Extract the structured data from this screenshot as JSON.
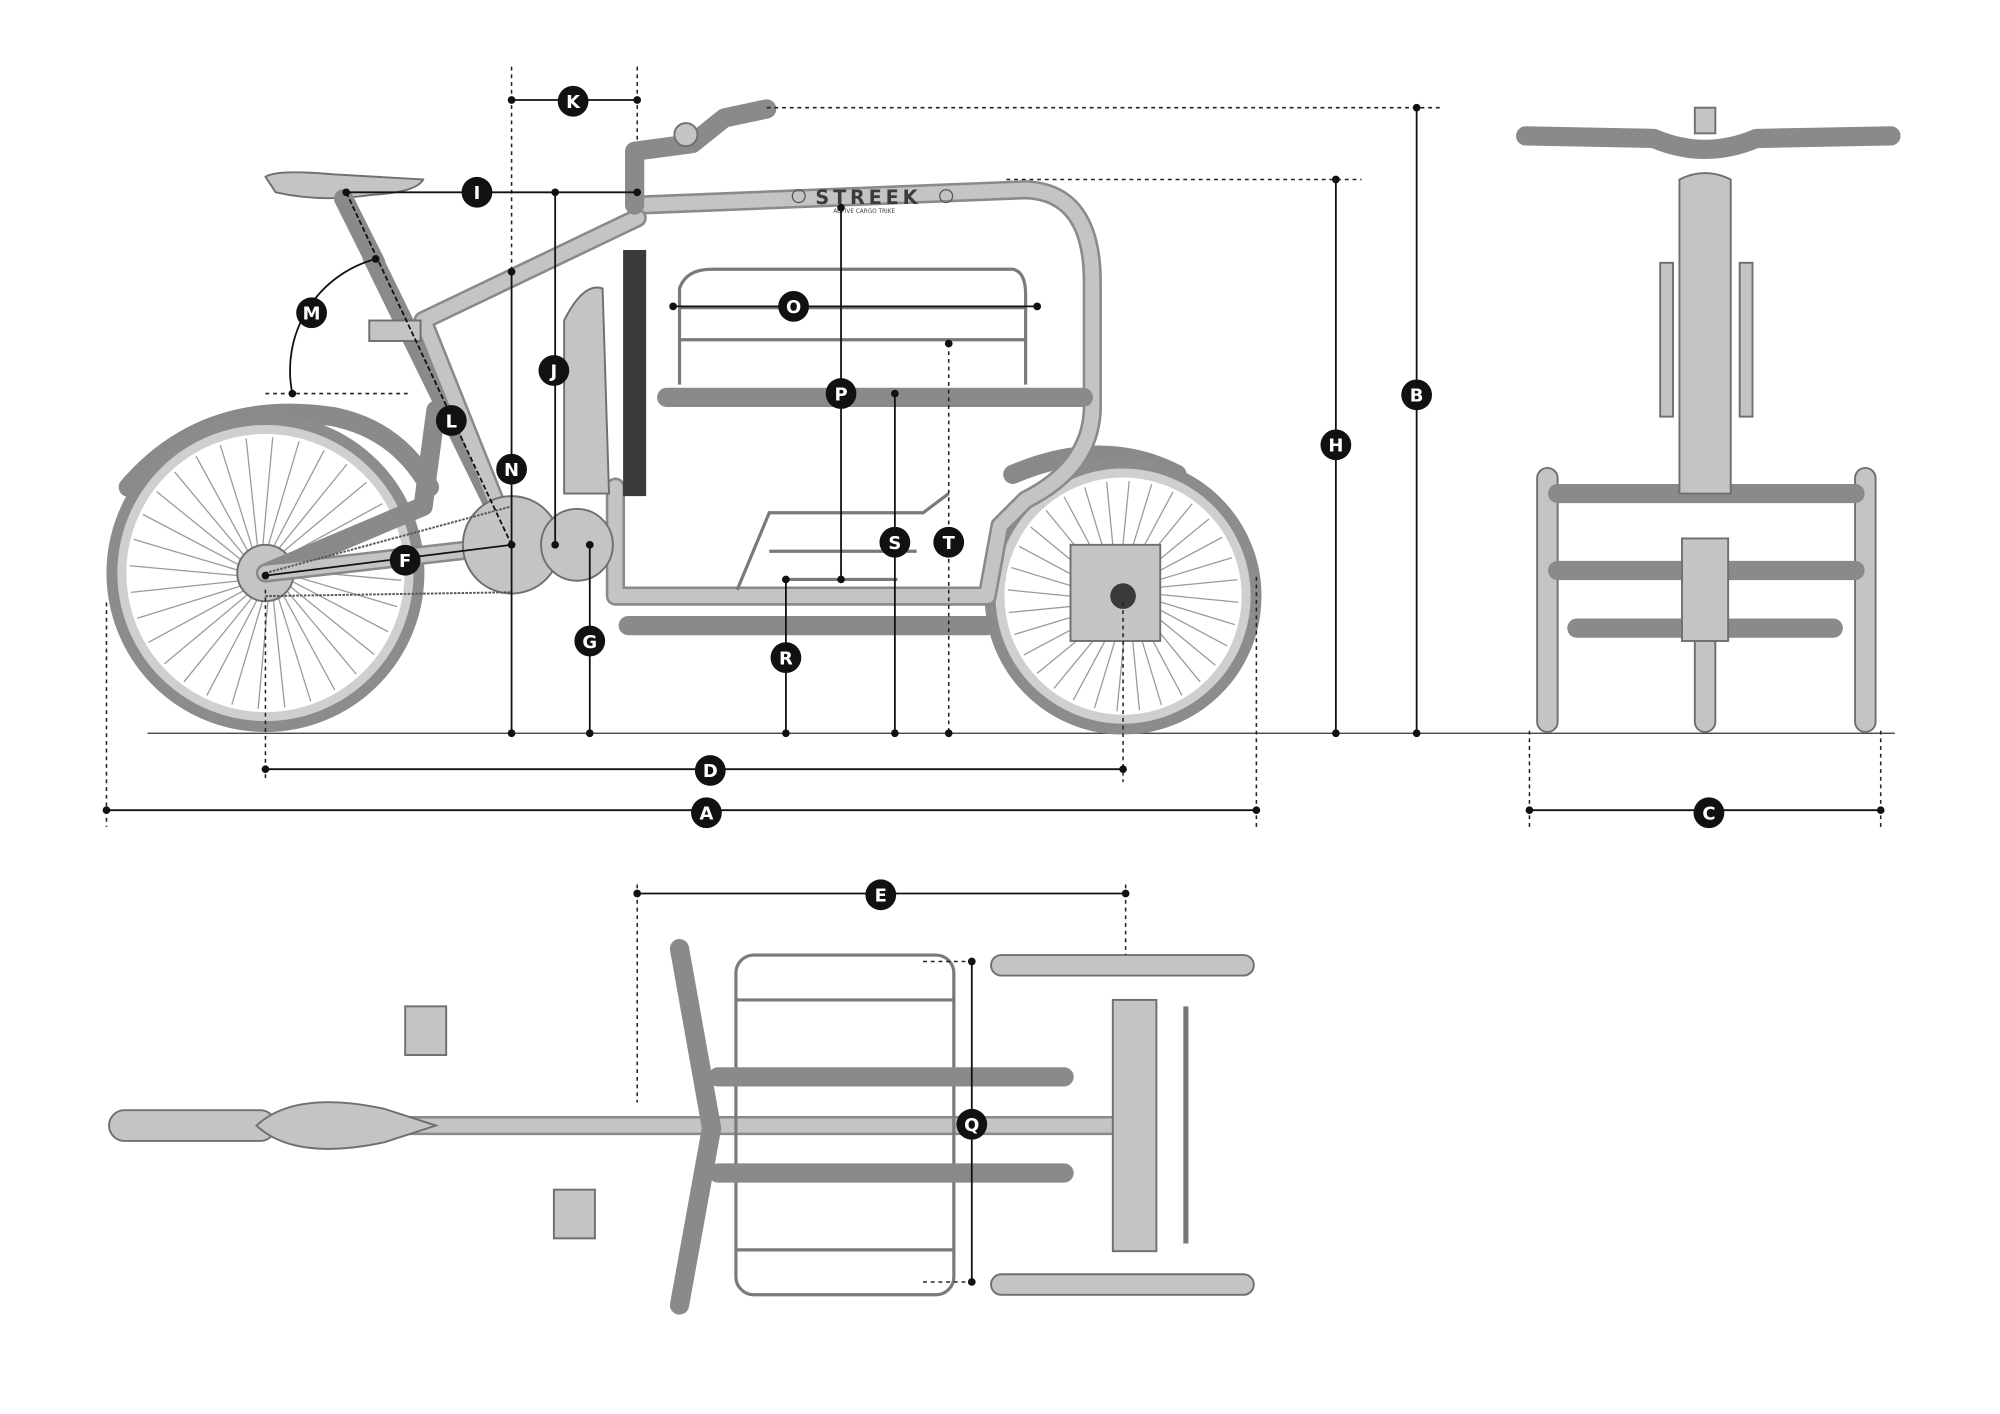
{
  "brand": {
    "name": "STREEK",
    "tagline": "ACTIVE CARGO TRIKE"
  },
  "dimension_labels": {
    "A": "A",
    "B": "B",
    "C": "C",
    "D": "D",
    "E": "E",
    "F": "F",
    "G": "G",
    "H": "H",
    "I": "I",
    "J": "J",
    "K": "K",
    "L": "L",
    "M": "M",
    "N": "N",
    "O": "O",
    "P": "P",
    "Q": "Q",
    "R": "R",
    "S": "S",
    "T": "T"
  },
  "colors": {
    "frame": "#b8b8b8",
    "outline": "#6f6f6f",
    "dimension": "#111111"
  }
}
